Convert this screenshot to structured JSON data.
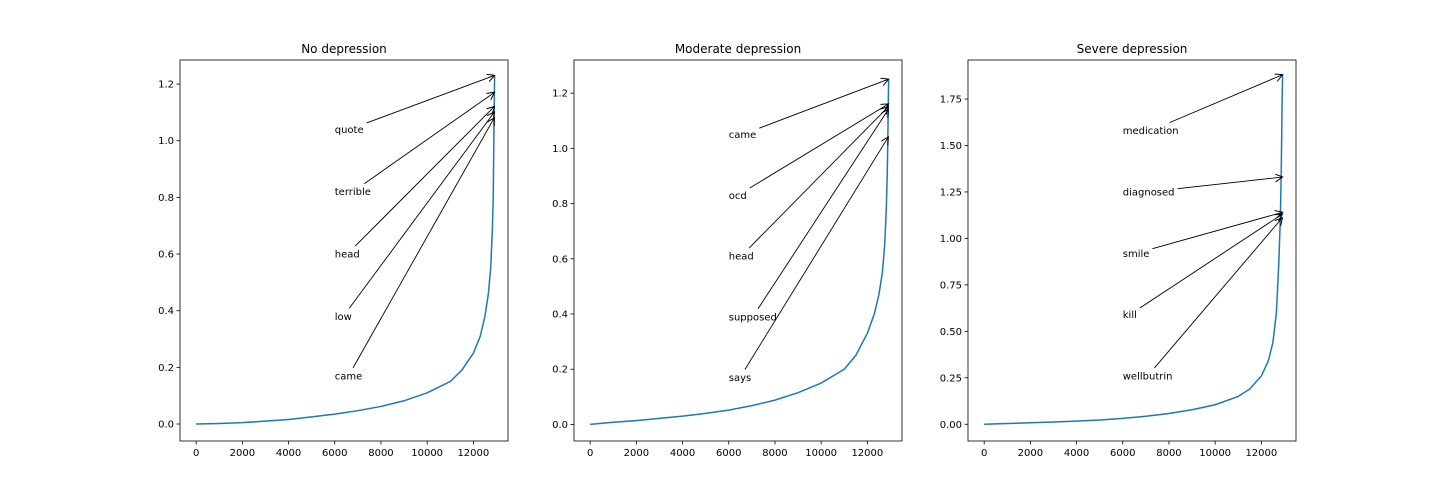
{
  "chart_data": [
    {
      "type": "line",
      "title": "No depression",
      "xlim": [
        -700,
        13500
      ],
      "ylim": [
        -0.06,
        1.285
      ],
      "xticks": [
        0,
        2000,
        4000,
        6000,
        8000,
        10000,
        12000
      ],
      "yticks": [
        0.0,
        0.2,
        0.4,
        0.6,
        0.8,
        1.0,
        1.2
      ],
      "ytick_decimals": 1,
      "line_color": "#1f77b4",
      "series": [
        {
          "x": [
            0,
            1000,
            2000,
            3000,
            4000,
            5000,
            6000,
            7000,
            8000,
            9000,
            10000,
            11000,
            11500,
            12000,
            12300,
            12500,
            12650,
            12750,
            12820,
            12860,
            12880,
            12900,
            12920
          ],
          "y": [
            0.0,
            0.002,
            0.005,
            0.01,
            0.016,
            0.025,
            0.035,
            0.047,
            0.062,
            0.082,
            0.11,
            0.15,
            0.19,
            0.25,
            0.31,
            0.38,
            0.46,
            0.55,
            0.68,
            0.8,
            0.95,
            1.1,
            1.23
          ]
        }
      ],
      "annotations": [
        {
          "text": "quote",
          "x": 6000,
          "y": 1.04,
          "tx": 12900,
          "ty": 1.23
        },
        {
          "text": "terrible",
          "x": 6000,
          "y": 0.82,
          "tx": 12900,
          "ty": 1.17
        },
        {
          "text": "head",
          "x": 6000,
          "y": 0.6,
          "tx": 12900,
          "ty": 1.12
        },
        {
          "text": "low",
          "x": 6000,
          "y": 0.38,
          "tx": 12900,
          "ty": 1.1
        },
        {
          "text": "came",
          "x": 6000,
          "y": 0.17,
          "tx": 12900,
          "ty": 1.08
        }
      ]
    },
    {
      "type": "line",
      "title": "Moderate depression",
      "xlim": [
        -700,
        13500
      ],
      "ylim": [
        -0.06,
        1.32
      ],
      "xticks": [
        0,
        2000,
        4000,
        6000,
        8000,
        10000,
        12000
      ],
      "yticks": [
        0.0,
        0.2,
        0.4,
        0.6,
        0.8,
        1.0,
        1.2
      ],
      "ytick_decimals": 1,
      "line_color": "#1f77b4",
      "series": [
        {
          "x": [
            0,
            1000,
            2000,
            3000,
            4000,
            5000,
            6000,
            7000,
            8000,
            9000,
            10000,
            11000,
            11500,
            12000,
            12300,
            12500,
            12650,
            12750,
            12820,
            12860,
            12880,
            12900,
            12920
          ],
          "y": [
            0.0,
            0.008,
            0.014,
            0.022,
            0.03,
            0.04,
            0.052,
            0.068,
            0.088,
            0.115,
            0.15,
            0.2,
            0.25,
            0.33,
            0.4,
            0.47,
            0.55,
            0.65,
            0.78,
            0.9,
            1.0,
            1.12,
            1.25
          ]
        }
      ],
      "annotations": [
        {
          "text": "came",
          "x": 6000,
          "y": 1.05,
          "tx": 12900,
          "ty": 1.25
        },
        {
          "text": "ocd",
          "x": 6000,
          "y": 0.83,
          "tx": 12900,
          "ty": 1.16
        },
        {
          "text": "head",
          "x": 6000,
          "y": 0.61,
          "tx": 12900,
          "ty": 1.15
        },
        {
          "text": "supposed",
          "x": 6000,
          "y": 0.39,
          "tx": 12900,
          "ty": 1.14
        },
        {
          "text": "says",
          "x": 6000,
          "y": 0.17,
          "tx": 12900,
          "ty": 1.04
        }
      ]
    },
    {
      "type": "line",
      "title": "Severe depression",
      "xlim": [
        -700,
        13500
      ],
      "ylim": [
        -0.09,
        1.96
      ],
      "xticks": [
        0,
        2000,
        4000,
        6000,
        8000,
        10000,
        12000
      ],
      "yticks": [
        0.0,
        0.25,
        0.5,
        0.75,
        1.0,
        1.25,
        1.5,
        1.75
      ],
      "ytick_decimals": 2,
      "line_color": "#1f77b4",
      "series": [
        {
          "x": [
            0,
            1000,
            2000,
            3000,
            4000,
            5000,
            6000,
            7000,
            8000,
            9000,
            10000,
            11000,
            11500,
            12000,
            12300,
            12500,
            12650,
            12750,
            12820,
            12860,
            12880,
            12900,
            12920
          ],
          "y": [
            0.0,
            0.004,
            0.008,
            0.012,
            0.017,
            0.023,
            0.032,
            0.043,
            0.058,
            0.078,
            0.105,
            0.15,
            0.19,
            0.26,
            0.34,
            0.44,
            0.6,
            0.85,
            1.1,
            1.35,
            1.55,
            1.75,
            1.88
          ]
        }
      ],
      "annotations": [
        {
          "text": "medication",
          "x": 6000,
          "y": 1.58,
          "tx": 12900,
          "ty": 1.88
        },
        {
          "text": "diagnosed",
          "x": 6000,
          "y": 1.25,
          "tx": 12900,
          "ty": 1.33
        },
        {
          "text": "smile",
          "x": 6000,
          "y": 0.92,
          "tx": 12900,
          "ty": 1.14
        },
        {
          "text": "kill",
          "x": 6000,
          "y": 0.59,
          "tx": 12900,
          "ty": 1.13
        },
        {
          "text": "wellbutrin",
          "x": 6000,
          "y": 0.26,
          "tx": 12900,
          "ty": 1.11
        }
      ]
    }
  ]
}
